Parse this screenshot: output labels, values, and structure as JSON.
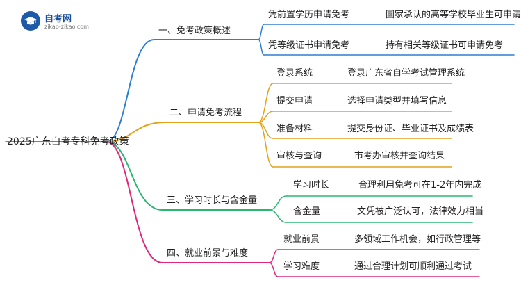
{
  "logo": {
    "title": "自考网",
    "subtitle": "zikao-zikao.com"
  },
  "root": {
    "label": "2025广东自考专科免考政策"
  },
  "branches": [
    {
      "label": "一、免考政策概述",
      "color": "#2f7fd0",
      "items": [
        {
          "label": "凭前置学历申请免考",
          "detail": "国家承认的高等学校毕业生可申请免考"
        },
        {
          "label": "凭等级证书申请免考",
          "detail": "持有相关等级证书可申请免考"
        }
      ]
    },
    {
      "label": "二、申请免考流程",
      "color": "#e3a21a",
      "items": [
        {
          "label": "登录系统",
          "detail": "登录广东省自学考试管理系统"
        },
        {
          "label": "提交申请",
          "detail": "选择申请类型并填写信息"
        },
        {
          "label": "准备材料",
          "detail": "提交身份证、毕业证书及成绩表"
        },
        {
          "label": "审核与查询",
          "detail": "市考办审核并查询结果"
        }
      ]
    },
    {
      "label": "三、学习时长与含金量",
      "color": "#2bb573",
      "items": [
        {
          "label": "学习时长",
          "detail": "合理利用免考可在1-2年内完成"
        },
        {
          "label": "含金量",
          "detail": "文凭被广泛认可，法律效力相当"
        }
      ]
    },
    {
      "label": "四、就业前景与难度",
      "color": "#e0287a",
      "items": [
        {
          "label": "就业前景",
          "detail": "多领域工作机会，如行政管理等"
        },
        {
          "label": "学习难度",
          "detail": "通过合理计划可顺利通过考试"
        }
      ]
    }
  ]
}
